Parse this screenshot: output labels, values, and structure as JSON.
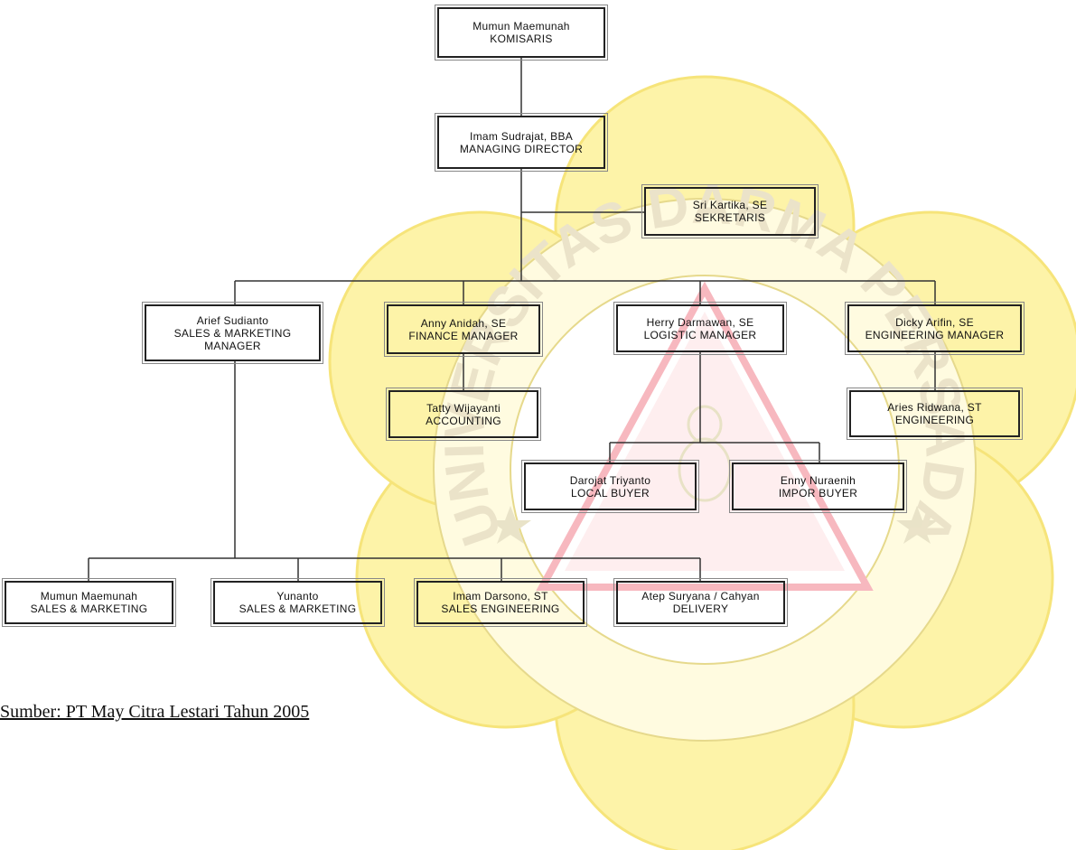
{
  "watermark": {
    "text": "UNIVERSITAS DARMA PERSADA",
    "colors": {
      "petal": "#fdf3a8",
      "petal_outline": "#f6e47a",
      "triangle": "#f7b8bf",
      "ring": "#fde9a0"
    }
  },
  "org_chart": {
    "nodes": {
      "komisaris": {
        "name": "Mumun Maemunah",
        "role": "KOMISARIS"
      },
      "director": {
        "name": "Imam Sudrajat, BBA",
        "role": "MANAGING DIRECTOR"
      },
      "sekretaris": {
        "name": "Sri Kartika, SE",
        "role": "SEKRETARIS"
      },
      "sales_manager": {
        "name": "Arief Sudianto",
        "role_line1": "SALES & MARKETING",
        "role_line2": "MANAGER"
      },
      "finance_manager": {
        "name": "Anny Anidah, SE",
        "role": "FINANCE MANAGER"
      },
      "logistic_manager": {
        "name": "Herry Darmawan, SE",
        "role": "LOGISTIC MANAGER"
      },
      "engineering_manager": {
        "name": "Dicky Arifin, SE",
        "role": "ENGINEERING MANAGER"
      },
      "accounting": {
        "name": "Tatty Wijayanti",
        "role": "ACCOUNTING"
      },
      "engineering": {
        "name": "Aries Ridwana, ST",
        "role": "ENGINEERING"
      },
      "local_buyer": {
        "name": "Darojat Triyanto",
        "role": "LOCAL BUYER"
      },
      "impor_buyer": {
        "name": "Enny Nuraenih",
        "role": "IMPOR BUYER"
      },
      "sales_1": {
        "name": "Mumun Maemunah",
        "role": "SALES & MARKETING"
      },
      "sales_2": {
        "name": "Yunanto",
        "role": "SALES & MARKETING"
      },
      "sales_engineering": {
        "name": "Imam Darsono, ST",
        "role": "SALES ENGINEERING"
      },
      "delivery": {
        "name": "Atep Suryana / Cahyan",
        "role": "DELIVERY"
      }
    }
  },
  "source_note": "Sumber: PT May Citra Lestari Tahun 2005"
}
